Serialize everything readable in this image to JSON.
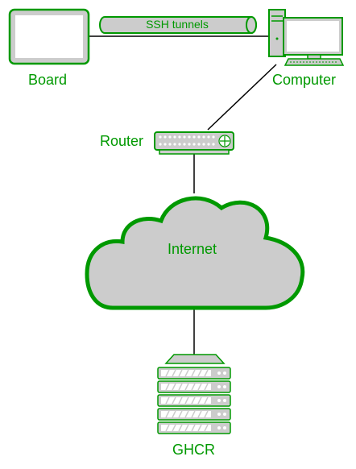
{
  "diagram": {
    "nodes": {
      "board": {
        "label": "Board",
        "icon": "tablet-icon"
      },
      "computer": {
        "label": "Computer",
        "icon": "desktop-computer-icon"
      },
      "router": {
        "label": "Router",
        "icon": "router-icon"
      },
      "internet": {
        "label": "Internet",
        "icon": "cloud-icon"
      },
      "ghcr": {
        "label": "GHCR",
        "icon": "server-rack-icon"
      }
    },
    "tunnel": {
      "label": "SSH tunnels"
    },
    "edges": [
      {
        "from": "board",
        "to": "computer",
        "via": "tunnel"
      },
      {
        "from": "computer",
        "to": "router"
      },
      {
        "from": "router",
        "to": "internet"
      },
      {
        "from": "internet",
        "to": "ghcr"
      }
    ],
    "colors": {
      "accent": "#009900",
      "fill": "#cccccc",
      "screen": "#ffffff",
      "line": "#000000"
    }
  }
}
